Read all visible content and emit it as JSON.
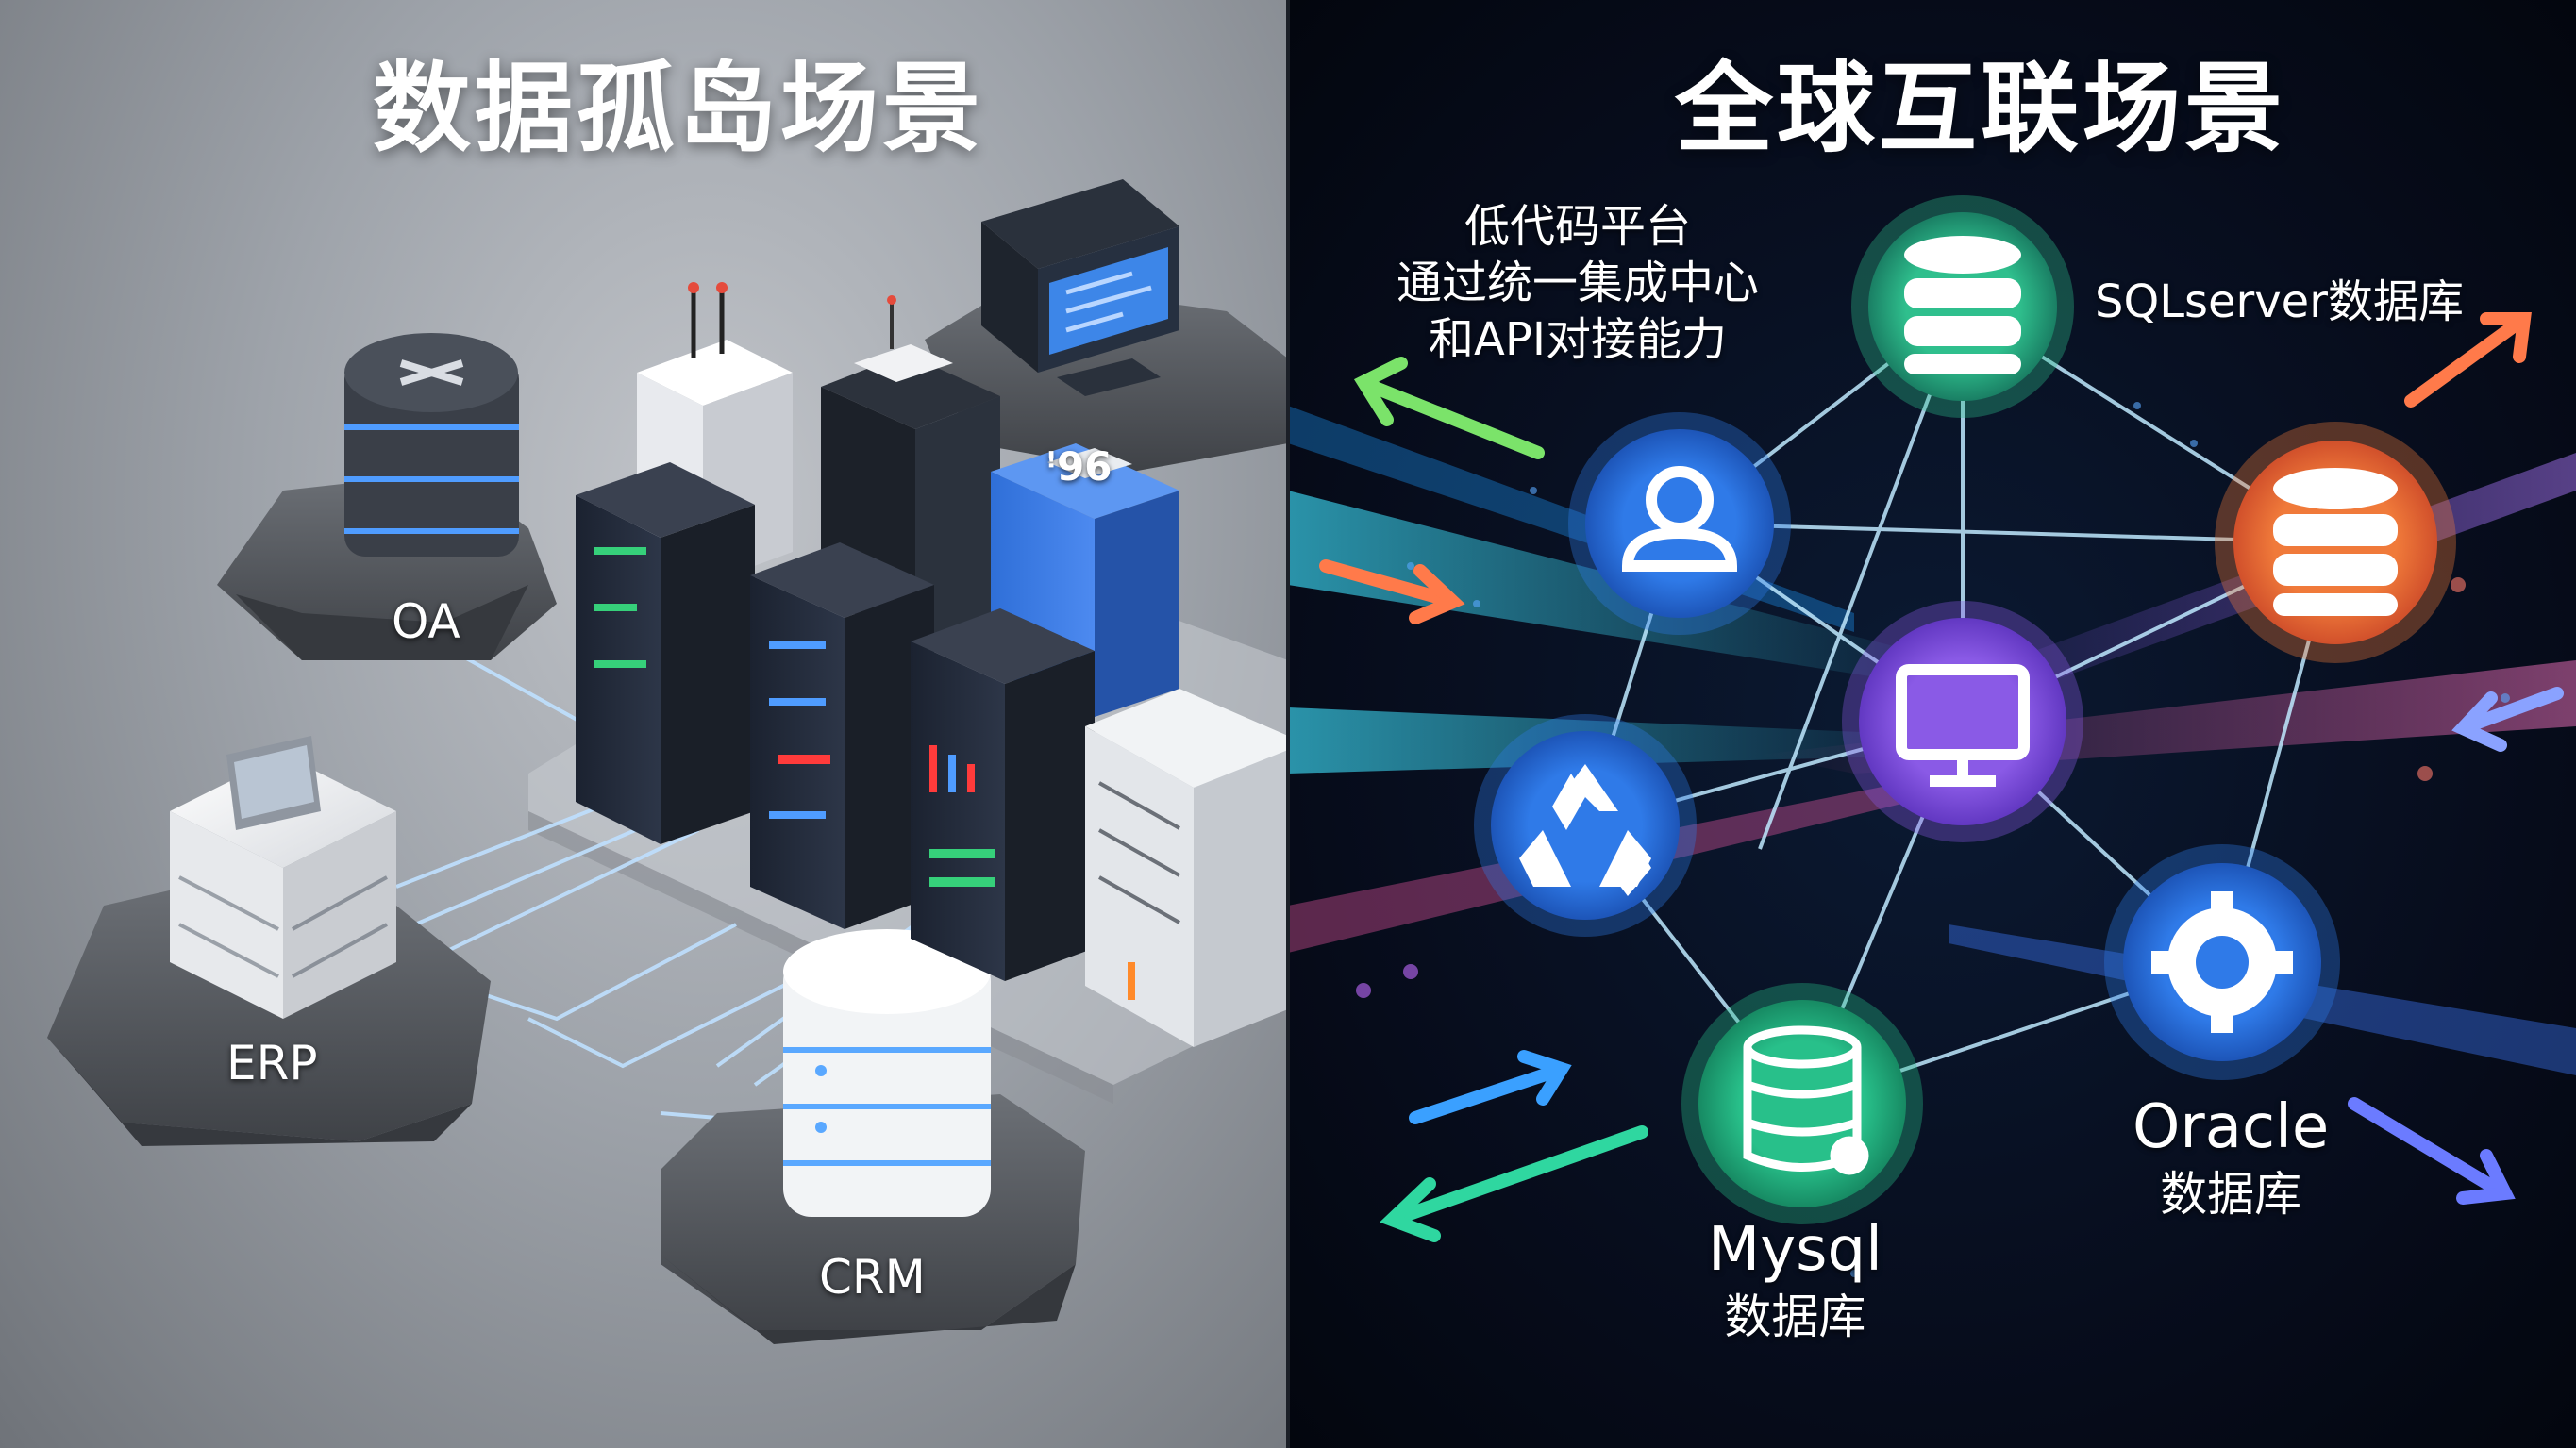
{
  "left": {
    "title": "数据孤岛场景",
    "labels": {
      "oa": "OA",
      "erp": "ERP",
      "crm": "CRM",
      "sign": "ꜝ96"
    }
  },
  "right": {
    "title": "全球互联场景",
    "lowcode": {
      "line1": "低代码平台",
      "line2": "通过统一集成中心",
      "line3": "和API对接能力"
    },
    "sqlserver": "SQLserver数据库",
    "oracle": {
      "line1": "Oracle",
      "line2": "数据库"
    },
    "mysql": {
      "line1": "Mysql",
      "line2": "数据库"
    }
  },
  "colors": {
    "sqlserver_node": "#2fbf8d",
    "oracle_node": "#f07a3a",
    "user_node": "#2f7ae8",
    "monitor_node": "#8a5ae6",
    "recycle_node": "#2f7ae8",
    "gear_node": "#2f7ae8",
    "mysql_node": "#28c08a"
  }
}
